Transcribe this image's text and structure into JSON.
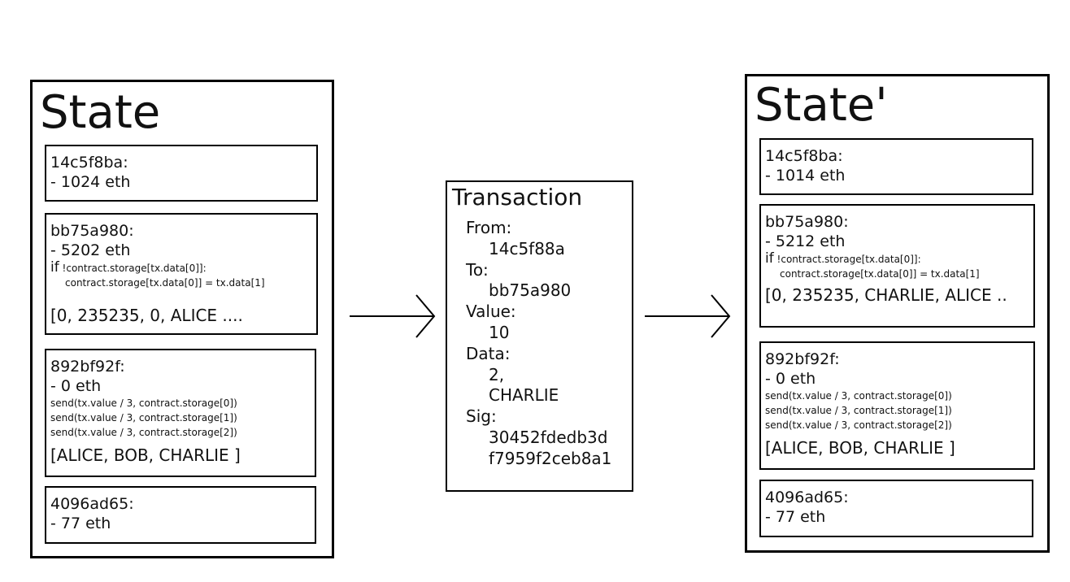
{
  "left_state": {
    "title": "State",
    "accounts": [
      {
        "address": "14c5f8ba:",
        "balance": "- 1024 eth"
      },
      {
        "address": "bb75a980:",
        "balance": "- 5202 eth",
        "code_if": "!contract.storage[tx.data[0]]:",
        "code_if_keyword": "if",
        "code_body": "contract.storage[tx.data[0]] = tx.data[1]",
        "storage": "[0, 235235, 0, ALICE ...."
      },
      {
        "address": "892bf92f:",
        "balance": "- 0 eth",
        "code": [
          "send(tx.value / 3, contract.storage[0])",
          "send(tx.value / 3, contract.storage[1])",
          "send(tx.value / 3, contract.storage[2])"
        ],
        "storage": "[ALICE, BOB, CHARLIE ]"
      },
      {
        "address": "4096ad65:",
        "balance": "- 77 eth"
      }
    ]
  },
  "transaction": {
    "title": "Transaction",
    "from_label": "From:",
    "from_value": "14c5f88a",
    "to_label": "To:",
    "to_value": "bb75a980",
    "value_label": "Value:",
    "value_value": "10",
    "data_label": "Data:",
    "data_values": [
      "2,",
      "CHARLIE"
    ],
    "sig_label": "Sig:",
    "sig_values": [
      "30452fdedb3d",
      "f7959f2ceb8a1"
    ]
  },
  "right_state": {
    "title": "State'",
    "accounts": [
      {
        "address": "14c5f8ba:",
        "balance": "- 1014 eth"
      },
      {
        "address": "bb75a980:",
        "balance": "- 5212 eth",
        "code_if": "!contract.storage[tx.data[0]]:",
        "code_if_keyword": "if",
        "code_body": "contract.storage[tx.data[0]] = tx.data[1]",
        "storage": "[0, 235235, CHARLIE, ALICE .."
      },
      {
        "address": "892bf92f:",
        "balance": "- 0 eth",
        "code": [
          "send(tx.value / 3, contract.storage[0])",
          "send(tx.value / 3, contract.storage[1])",
          "send(tx.value / 3, contract.storage[2])"
        ],
        "storage": "[ALICE, BOB, CHARLIE ]"
      },
      {
        "address": "4096ad65:",
        "balance": "- 77 eth"
      }
    ]
  },
  "colors": {
    "border": "#000000",
    "background": "#ffffff",
    "text": "#111111"
  }
}
